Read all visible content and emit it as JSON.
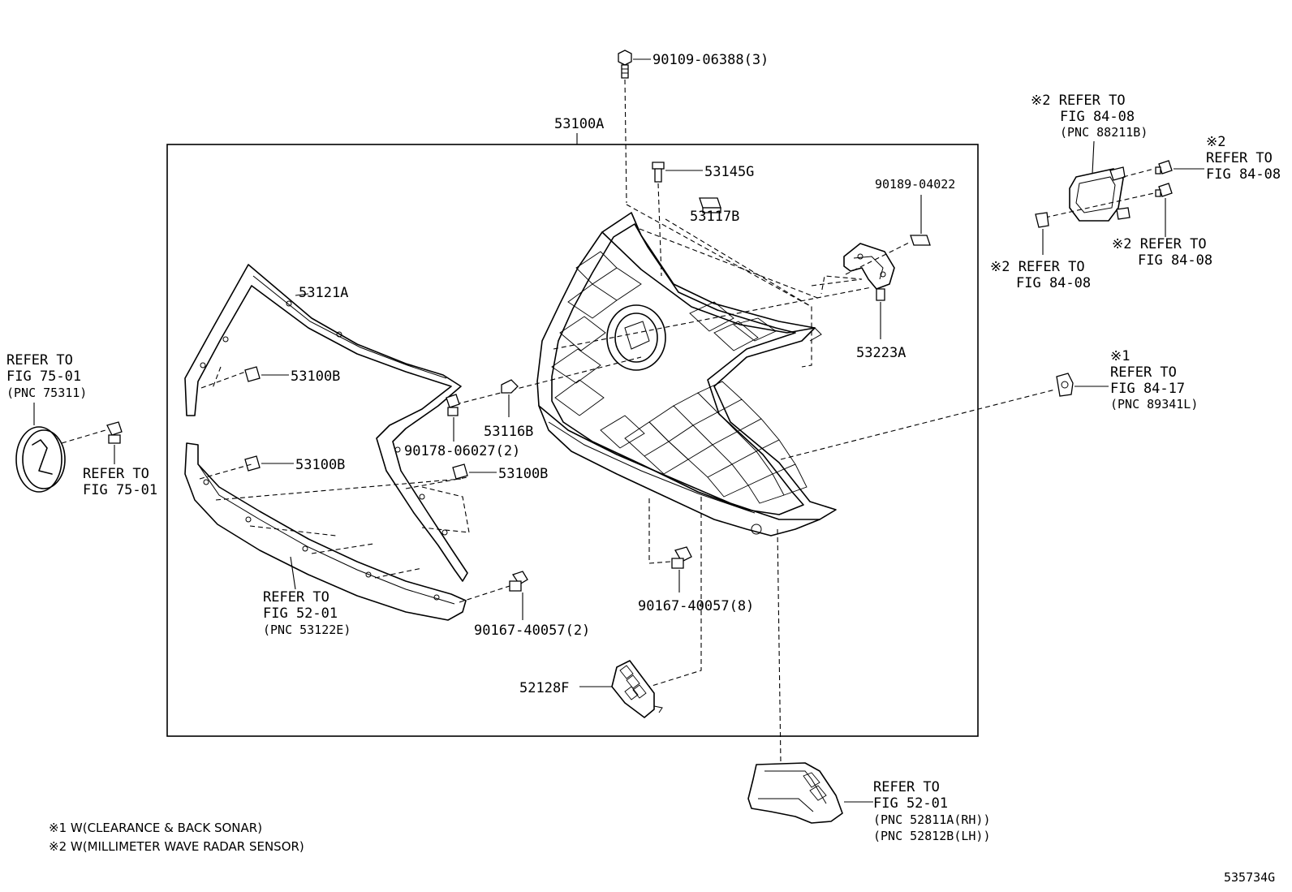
{
  "diagram_id": "535734G",
  "notes": [
    "※1 W(CLEARANCE & BACK SONAR)",
    "※2 W(MILLIMETER WAVE RADAR SENSOR)"
  ],
  "labels": {
    "bolt_top": "90109-06388(3)",
    "assembly": "53100A",
    "clip_53145g": "53145G",
    "bracket_90189": "90189-04022",
    "retainer_53117b": "53117B",
    "moulding_53121a": "53121A",
    "clip_53100b_1": "53100B",
    "clip_53100b_2": "53100B",
    "clip_53100b_3": "53100B",
    "bracket_53223a": "53223A",
    "nut_53116b": "53116B",
    "screw_90178": "90178-06027(2)",
    "screw_90167_right": "90167-40057(8)",
    "screw_90167_left": "90167-40057(2)",
    "bracket_52128f": "52128F",
    "emblem_ref": [
      "REFER TO",
      "FIG 75-01",
      "(PNC 75311)"
    ],
    "emblem_bolt_ref": [
      "REFER TO",
      "FIG 75-01"
    ],
    "lower_moulding_ref": [
      "REFER TO",
      "FIG 52-01",
      "(PNC 53122E)"
    ],
    "radar_ref_top": [
      "※2 REFER TO",
      "FIG 84-08",
      "(PNC 88211B)"
    ],
    "radar_ref_right_top": [
      "※2",
      "REFER TO",
      "FIG 84-08"
    ],
    "radar_ref_right_bottom": [
      "※2 REFER TO",
      "FIG 84-08"
    ],
    "radar_ref_left": [
      "※2 REFER TO",
      "FIG 84-08"
    ],
    "sonar_ref": [
      "※1",
      "REFER TO",
      "FIG 84-17",
      "(PNC 89341L)"
    ],
    "lower_cover_ref": [
      "REFER TO",
      "FIG 52-01",
      "(PNC 52811A(RH))",
      "(PNC 52812B(LH))"
    ]
  }
}
